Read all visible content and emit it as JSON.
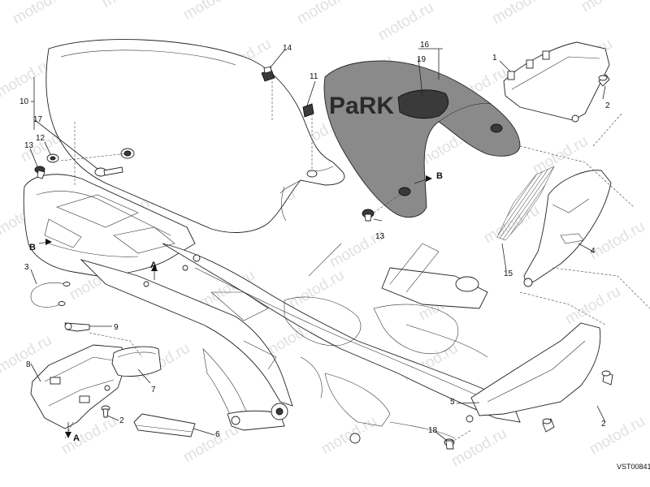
{
  "watermark": "motod.ru",
  "diagram_code": "VST00841",
  "callouts": [
    "1",
    "2",
    "2",
    "2",
    "3",
    "4",
    "5",
    "6",
    "7",
    "8",
    "9",
    "10",
    "11",
    "12",
    "13",
    "13",
    "14",
    "15",
    "16",
    "17",
    "18",
    "19"
  ],
  "section_markers": [
    "A",
    "A",
    "B",
    "B"
  ],
  "logo_text": "PaRK"
}
